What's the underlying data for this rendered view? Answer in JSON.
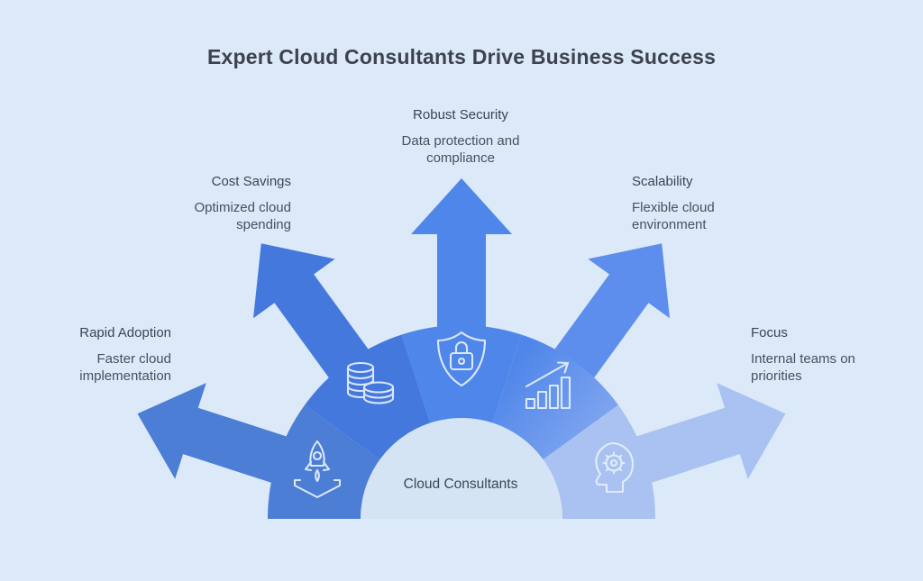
{
  "title": "Expert Cloud Consultants Drive Business Success",
  "center_label": "Cloud Consultants",
  "colors": {
    "background": "#dbe9f8",
    "inner_disc": "#d5e4f5",
    "title_text": "#3d434e",
    "label_text": "#3e4956",
    "icon_stroke": "#e7f0fc"
  },
  "items": [
    {
      "title": "Rapid Adoption",
      "desc": "Faster cloud\nimplementation",
      "icon": "rocket-launch-icon",
      "color": "#4c7ed5"
    },
    {
      "title": "Cost Savings",
      "desc": "Optimized cloud\nspending",
      "icon": "coins-stack-icon",
      "color": "#4478dd"
    },
    {
      "title": "Robust Security",
      "desc": "Data protection and\ncompliance",
      "icon": "shield-lock-icon",
      "color": "#4f86e9"
    },
    {
      "title": "Scalability",
      "desc": "Flexible cloud\nenvironment",
      "icon": "growth-chart-icon",
      "color": "#4f86e9",
      "color_light": "#8cadf1",
      "arrow_color": "#5d8eee"
    },
    {
      "title": "Focus",
      "desc": "Internal teams on\npriorities",
      "icon": "head-gear-icon",
      "color": "#a9c2f1"
    }
  ]
}
